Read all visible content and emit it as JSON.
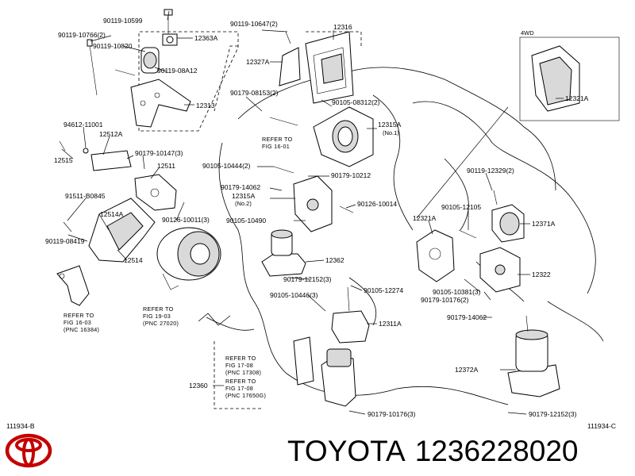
{
  "labels": {
    "p90119_10599": "90119-10599",
    "p90119_10766": "90119-10766(2)",
    "p12363a": "12363A",
    "p90119_10820": "90119-10820",
    "p90119_08a12": "90119-08A12",
    "p12313": "12313",
    "p90119_10647": "90119-10647(2)",
    "p12316": "12316",
    "p12327a": "12327A",
    "p90179_08153": "90179-08153(2)",
    "p90105_08312": "90105-08312(2)",
    "p12315a": "12315A",
    "p12315a_no": "(No.1)",
    "p94612": "94612-11001",
    "p12512a": "12512A",
    "p90179_10147": "90179-10147(3)",
    "p12515": "12515",
    "p12511": "12511",
    "p90105_10444": "90105-10444(2)",
    "p90179_10212": "90179-10212",
    "p90179_14062a": "90179-14062",
    "p12315a2": "12315A",
    "p12315a2_no": "(No.2)",
    "p91511": "91511-B0845",
    "p12514a": "12514A",
    "p90126_10011": "90126-10011(3)",
    "p90126_10014": "90126-10014",
    "p90105_10490": "90105-10490",
    "p90119_08419": "90119-08419",
    "p12514": "12514",
    "p12362": "12362",
    "p90179_12152a": "90179-12152(3)",
    "p90105_10446": "90105-10446(3)",
    "p90105_12274": "90105-12274",
    "p12311a": "12311A",
    "p12360": "12360",
    "p90179_10176a": "90179-10176(3)",
    "p4wd": "4WD",
    "p12321a_box": "12321A",
    "p90119_12329": "90119-12329(2)",
    "p12321a": "12321A",
    "p90105_12105": "90105-12105",
    "p12371a": "12371A",
    "p12322": "12322",
    "p90105_10381": "90105-10381(3)",
    "p90179_10176b": "90179-10176(2)",
    "p90179_14062b": "90179-14062",
    "p12372a": "12372A",
    "p90179_12152b": "90179-12152(3)",
    "code_left": "111934-B",
    "code_right": "111934-C"
  },
  "refs": {
    "r1": [
      "REFER  TO",
      "FIG  16-01"
    ],
    "r2": [
      "REFER  TO",
      "FIG  16-03",
      "(PNC  16384)"
    ],
    "r3": [
      "REFER  TO",
      "FIG  19-03",
      "(PNC  27020)"
    ],
    "r4": [
      "REFER  TO",
      "FIG  17-08",
      "(PNC  17308)"
    ],
    "r5": [
      "REFER  TO",
      "FIG  17-08",
      "(PNC  17650G)"
    ]
  },
  "brand": {
    "name": "TOYOTA",
    "part_number": "1236228020"
  },
  "icons": {
    "logo": "toyota-logo"
  }
}
